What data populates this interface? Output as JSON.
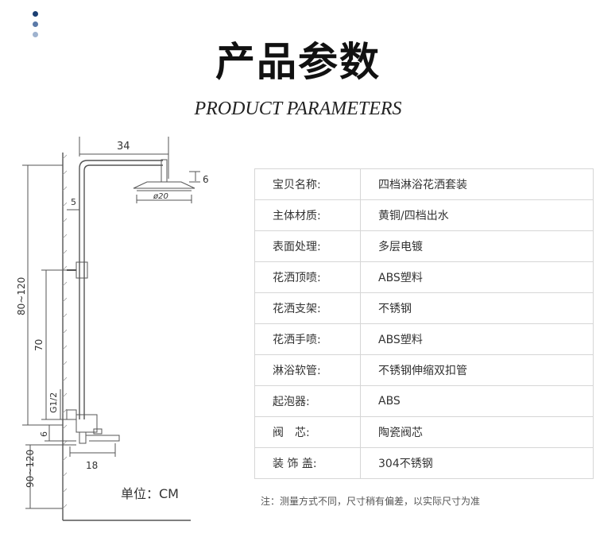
{
  "colors": {
    "dot1": "#1b3f72",
    "dot2": "#5b7aa8",
    "dot3": "#9fb3cf"
  },
  "title": "产品参数",
  "subtitle": "PRODUCT PARAMETERS",
  "diagram": {
    "dims": {
      "top_width": "34",
      "head_height": "6",
      "head_diameter": "ø20",
      "wall_gap": "5",
      "total_height": "80~120",
      "bracket_height": "70",
      "thread": "G1/2",
      "spout_height": "6",
      "bottom_height": "90~120",
      "spout_length": "18"
    }
  },
  "unit_label": "单位：CM",
  "params": [
    {
      "key": "宝贝名称:",
      "value": "四档淋浴花洒套装"
    },
    {
      "key": "主体材质:",
      "value": "黄铜/四档出水"
    },
    {
      "key": "表面处理:",
      "value": "多层电镀"
    },
    {
      "key": "花洒顶喷:",
      "value": "ABS塑料"
    },
    {
      "key": "花洒支架:",
      "value": "不锈钢"
    },
    {
      "key": "花洒手喷:",
      "value": "ABS塑料"
    },
    {
      "key": "淋浴软管:",
      "value": "不锈钢伸缩双扣管"
    },
    {
      "key": "起泡器:",
      "value": "ABS"
    },
    {
      "key": "阀　芯:",
      "value": "陶瓷阀芯"
    },
    {
      "key": "装 饰 盖:",
      "value": "304不锈钢"
    }
  ],
  "note": "注：测量方式不同，尺寸稍有偏差，以实际尺寸为准"
}
